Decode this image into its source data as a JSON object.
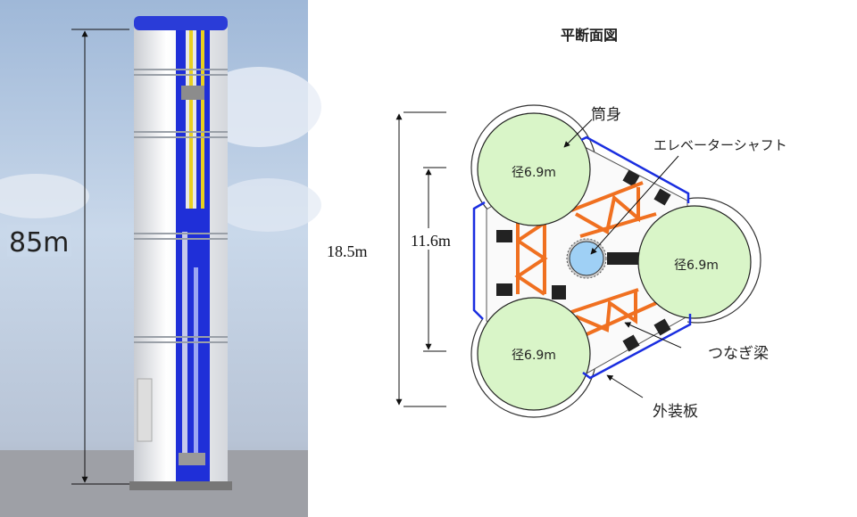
{
  "elevation": {
    "height_label": "85m"
  },
  "plan": {
    "title": "平断面図",
    "labels": {
      "shell": "筒身",
      "elevator_shaft": "エレベーターシャフト",
      "connecting_beam": "つなぎ梁",
      "exterior_panel": "外装板"
    },
    "dimensions": {
      "overall": "18.5m",
      "inner": "11.6m"
    },
    "cylinders": [
      {
        "label": "径6.9m"
      },
      {
        "label": "径6.9m"
      },
      {
        "label": "径6.9m"
      }
    ]
  },
  "colors": {
    "cylinder_fill": "#d9f5c8",
    "beam": "#f07020",
    "panel": "#1a2ee0",
    "shaft": "#9fd0f5",
    "tower_blue": "#1f2fd8"
  }
}
